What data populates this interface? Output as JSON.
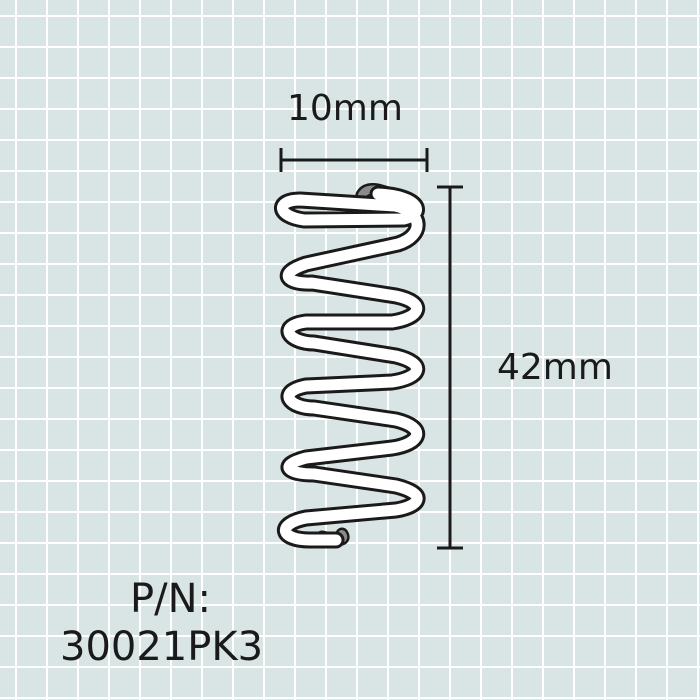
{
  "dimensions": {
    "width": "10mm",
    "height": "42mm"
  },
  "part_number": {
    "prefix": "P/N:",
    "value": "30021PK3"
  },
  "colors": {
    "background": "#d9e4e4",
    "grid": "#ffffff",
    "spring_fill": "#ffffff",
    "spring_outline": "#1a1a1a",
    "spring_end": "#8a8a8a"
  },
  "figure": {
    "object": "compression-spring-icon",
    "coils": 6
  }
}
